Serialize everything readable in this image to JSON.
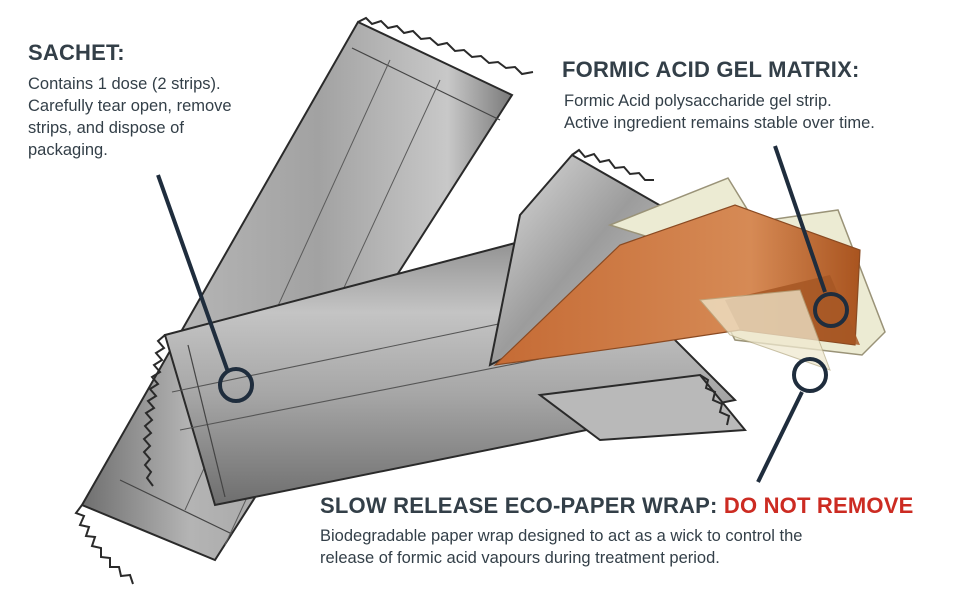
{
  "sachet": {
    "title": "SACHET:",
    "lines": [
      "Contains 1 dose (2 strips).",
      "Carefully tear open, remove",
      "strips, and dispose of",
      "packaging."
    ]
  },
  "gel_matrix": {
    "title": "FORMIC ACID GEL MATRIX:",
    "lines": [
      "Formic Acid polysaccharide gel strip.",
      "Active ingredient remains stable over time."
    ]
  },
  "paper_wrap": {
    "title": "SLOW RELEASE ECO-PAPER WRAP:",
    "warning": "DO NOT REMOVE",
    "lines": [
      "Biodegradable paper wrap designed to act as a wick to control the",
      "release of formic acid vapours during treatment period."
    ]
  },
  "colors": {
    "text": "#333f48",
    "warning": "#cc2b22",
    "foil": "#9a9a9a",
    "gel": "#c96f3a",
    "paper": "#ecebd3",
    "pointer": "#1f2d3d"
  }
}
